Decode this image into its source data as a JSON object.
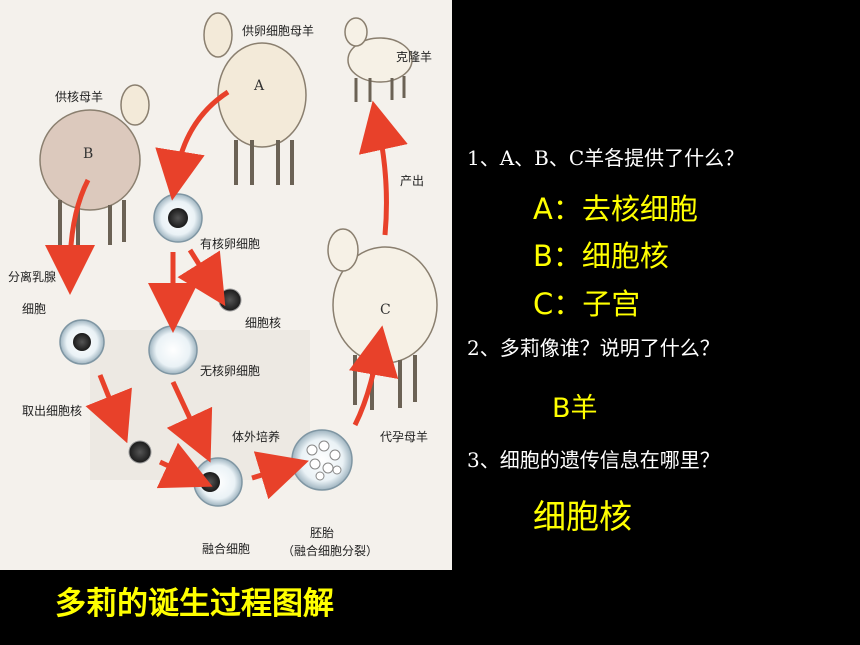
{
  "diagram": {
    "labels": {
      "donor_egg_ewe": "供卵细胞母羊",
      "clone_sheep": "克隆羊",
      "donor_nucleus_ewe": "供核母羊",
      "separate_mammary": "分离乳腺",
      "cell": "细胞",
      "nucleated_egg": "有核卵细胞",
      "nucleus": "细胞核",
      "enucleated_egg": "无核卵细胞",
      "extract_nucleus": "取出细胞核",
      "in_vitro_culture": "体外培养",
      "fused_cell": "融合细胞",
      "embryo": "胚胎",
      "embryo_note": "（融合细胞分裂）",
      "surrogate_ewe": "代孕母羊",
      "birth": "产出",
      "sheep_a": "A",
      "sheep_b": "B",
      "sheep_c": "C"
    }
  },
  "caption": "多莉的诞生过程图解",
  "questions": [
    {
      "q": "1、A、B、C羊各提供了什么？"
    },
    {
      "q": "2、多莉像谁？说明了什么？"
    },
    {
      "q": "3、细胞的遗传信息在哪里？"
    }
  ],
  "answers": {
    "a1": "A：去核细胞",
    "b1": "B：细胞核",
    "c1": "C：子宫",
    "q2": "B羊",
    "q3": "细胞核"
  },
  "colors": {
    "answer": "#ffff00",
    "question": "#ffffff",
    "arrow": "#e8412a",
    "background": "#000000"
  }
}
